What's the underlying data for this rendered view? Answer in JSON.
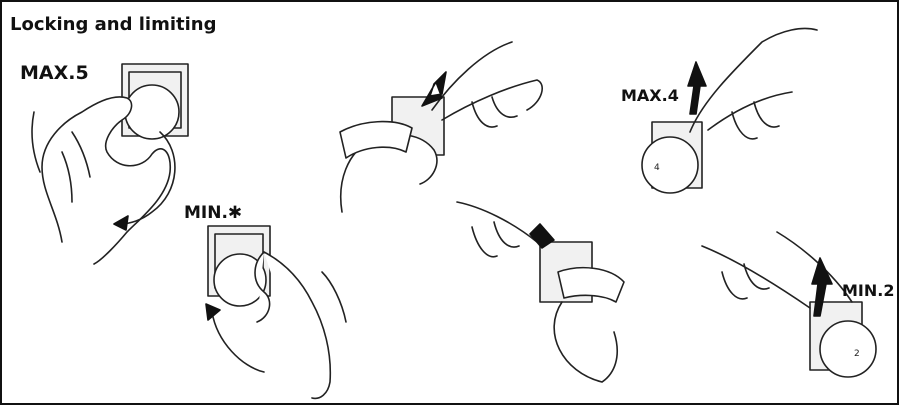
{
  "title": "Locking and limiting",
  "labels": {
    "max5": "MAX.5",
    "min_star": "MIN.✱",
    "max4": "MAX.4",
    "min2": "MIN.2"
  },
  "knob_numbers": {
    "max4_knob": "4",
    "min2_knob": "2"
  }
}
